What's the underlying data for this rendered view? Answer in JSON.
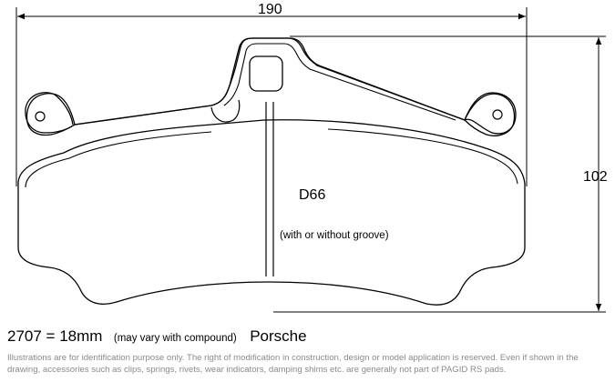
{
  "dimensions": {
    "width_label": "190",
    "height_label": "102"
  },
  "pad": {
    "code": "D66",
    "groove_note": "(with or without groove)"
  },
  "footer": {
    "thickness": "2707 = 18mm",
    "compound_note": "(may vary with compound)",
    "vehicle": "Porsche"
  },
  "disclaimer": "Illustrations are for identification purpose only. The right of modification in construction, design or model application is reserved. Even if shown in the drawing, accessories such as clips, springs, rivets, wear indicators, damping shims etc. are generally not part of PAGID RS pads.",
  "colors": {
    "line": "#000000",
    "disclaimer_text": "#8a8a8a"
  }
}
